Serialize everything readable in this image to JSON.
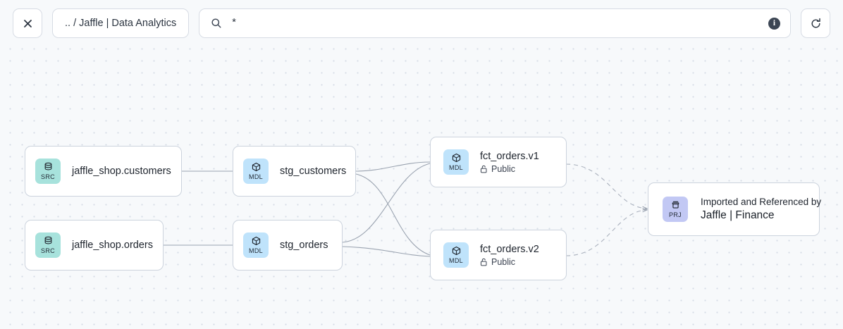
{
  "toolbar": {
    "close_label": "✕",
    "close_icon": "close-icon",
    "breadcrumb": ".. / Jaffle | Data Analytics",
    "search_value": "*",
    "search_icon": "search-icon",
    "info_label": "i",
    "info_icon": "info-icon",
    "refresh_icon": "refresh-icon"
  },
  "graph": {
    "nodes": [
      {
        "id": "jaffle_shop_customers",
        "badge": "SRC",
        "badge_icon": "database-icon",
        "title": "jaffle_shop.customers",
        "sub": null
      },
      {
        "id": "jaffle_shop_orders",
        "badge": "SRC",
        "badge_icon": "database-icon",
        "title": "jaffle_shop.orders",
        "sub": null
      },
      {
        "id": "stg_customers",
        "badge": "MDL",
        "badge_icon": "cube-icon",
        "title": "stg_customers",
        "sub": null
      },
      {
        "id": "stg_orders",
        "badge": "MDL",
        "badge_icon": "cube-icon",
        "title": "stg_orders",
        "sub": null
      },
      {
        "id": "fct_orders_v1",
        "badge": "MDL",
        "badge_icon": "cube-icon",
        "title": "fct_orders.v1",
        "sub": "Public",
        "sub_icon": "unlock-icon"
      },
      {
        "id": "fct_orders_v2",
        "badge": "MDL",
        "badge_icon": "cube-icon",
        "title": "fct_orders.v2",
        "sub": "Public",
        "sub_icon": "unlock-icon"
      },
      {
        "id": "jaffle_finance",
        "badge": "PRJ",
        "badge_icon": "project-icon",
        "title": "Imported and Referenced by",
        "title2": "Jaffle | Finance"
      }
    ],
    "colors": {
      "src_badge": "#a7e2dc",
      "mdl_badge": "#bfe3fb",
      "prj_badge": "#c2c8f4",
      "node_border": "#ccd3dd",
      "edge": "#9aa3b0",
      "canvas": "#f7f9fb",
      "dot": "#d6dce6"
    }
  }
}
